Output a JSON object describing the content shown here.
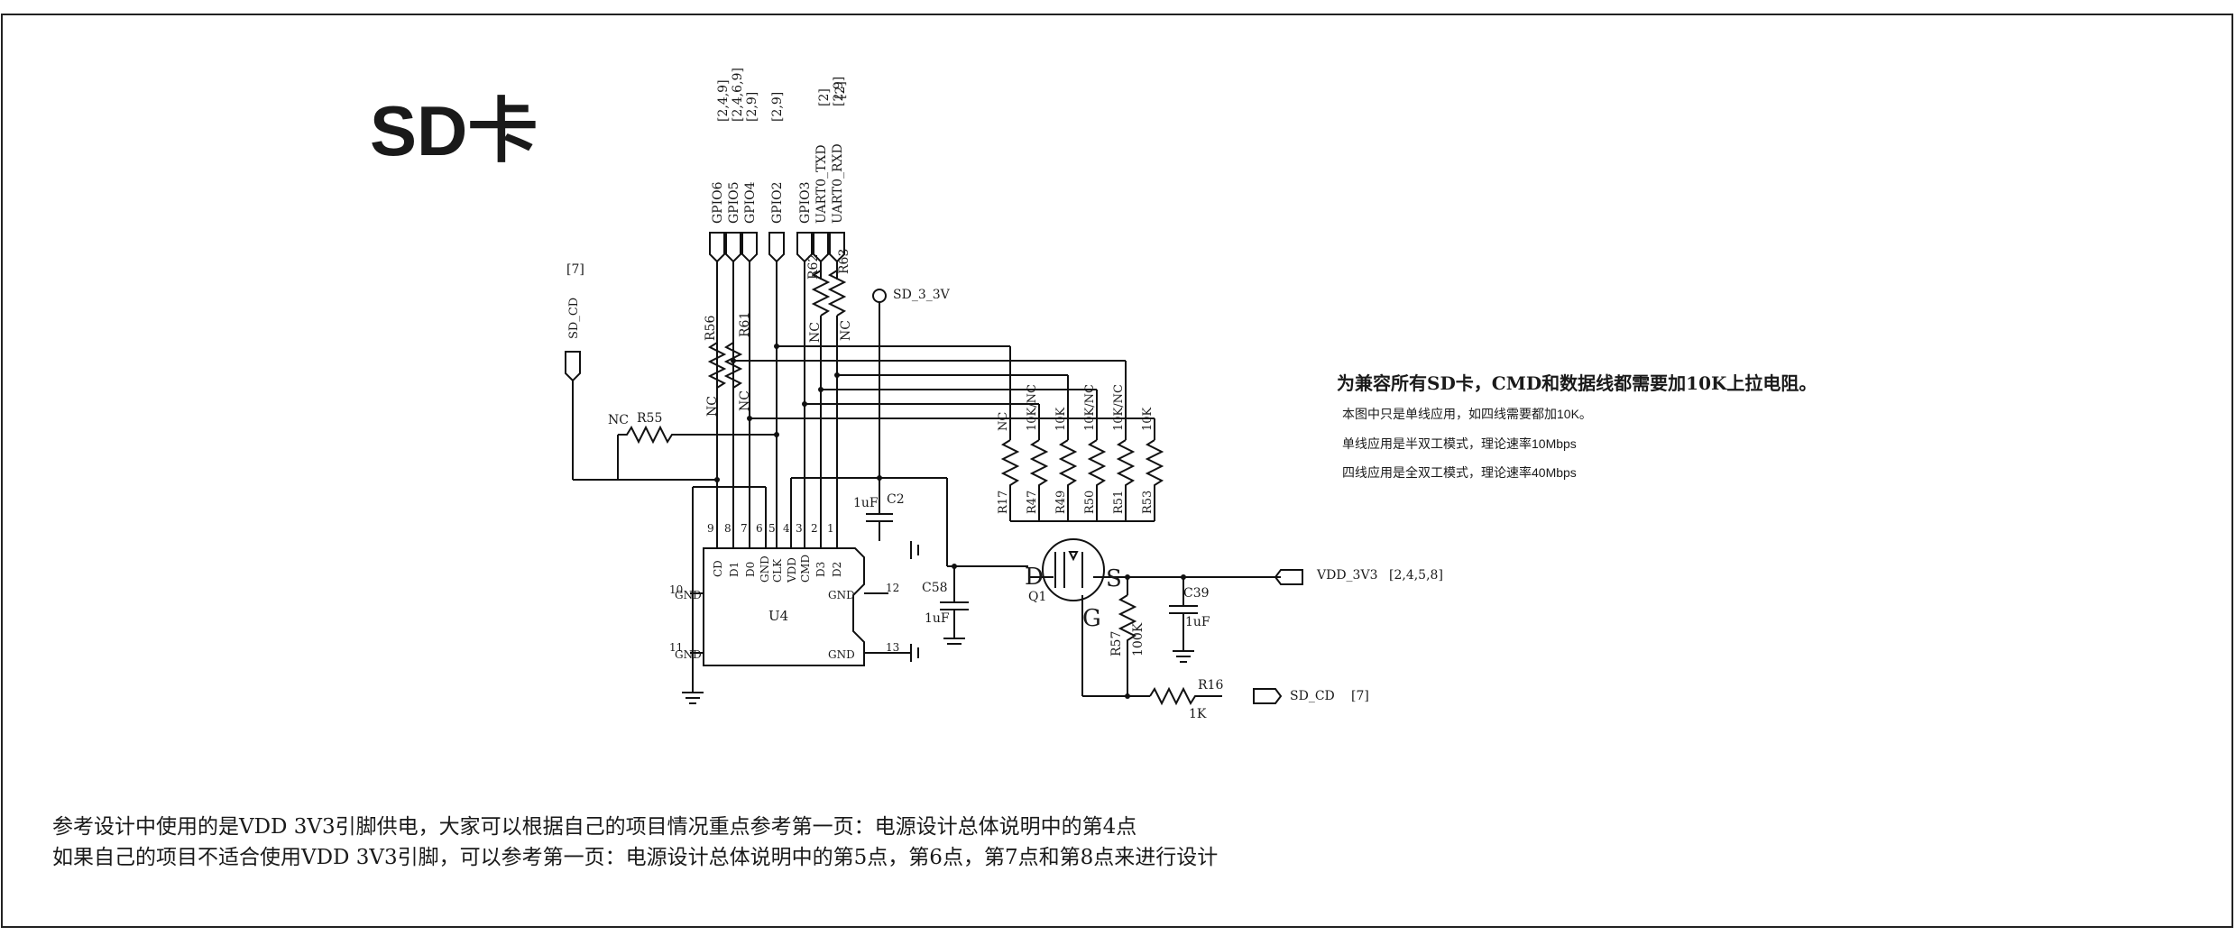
{
  "title": "SD卡",
  "ports": {
    "top": [
      {
        "name": "GPIO6",
        "ref": "[2,4,9]"
      },
      {
        "name": "GPIO5",
        "ref": "[2,4,6,9]"
      },
      {
        "name": "GPIO4",
        "ref": "[2,9]"
      },
      {
        "name": "GPIO2",
        "ref": "[2,9]"
      },
      {
        "name": "GPIO3",
        "ref": "[2,9]"
      },
      {
        "name": "UART0_TXD",
        "ref": "[2]"
      },
      {
        "name": "UART0_RXD",
        "ref": "[2]"
      }
    ],
    "sd_cd_left": {
      "name": "SD_CD",
      "ref": "[7]"
    },
    "power": "SD_3_3V",
    "vdd": {
      "name": "VDD_3V3",
      "ref": "[2,4,5,8]"
    },
    "sd_cd_right": {
      "name": "SD_CD",
      "ref": "[7]"
    }
  },
  "resistors": {
    "r56": {
      "ref": "R56",
      "value": "NC"
    },
    "r61": {
      "ref": "R61",
      "value": "NC"
    },
    "r62": {
      "ref": "R62",
      "value": "NC"
    },
    "r63": {
      "ref": "R63",
      "value": "NC"
    },
    "r55": {
      "ref": "R55",
      "value": "NC"
    },
    "pullups": [
      {
        "ref": "R17",
        "value": "NC"
      },
      {
        "ref": "R47",
        "value": "10K/NC"
      },
      {
        "ref": "R49",
        "value": "10K"
      },
      {
        "ref": "R50",
        "value": "10K/NC"
      },
      {
        "ref": "R51",
        "value": "10K/NC"
      },
      {
        "ref": "R53",
        "value": "10K"
      }
    ],
    "r57": {
      "ref": "R57",
      "value": "100K"
    },
    "r16": {
      "ref": "R16",
      "value": "1K"
    }
  },
  "capacitors": {
    "c2": {
      "ref": "C2",
      "value": "1uF"
    },
    "c58": {
      "ref": "C58",
      "value": "1uF"
    },
    "c39": {
      "ref": "C39",
      "value": "1uF"
    }
  },
  "u4": {
    "ref": "U4",
    "top_pins": [
      {
        "num": "9",
        "name": "CD"
      },
      {
        "num": "8",
        "name": "D1"
      },
      {
        "num": "7",
        "name": "D0"
      },
      {
        "num": "6",
        "name": "GND"
      },
      {
        "num": "5",
        "name": "CLK"
      },
      {
        "num": "4",
        "name": "VDD"
      },
      {
        "num": "3",
        "name": "CMD"
      },
      {
        "num": "2",
        "name": "D3"
      },
      {
        "num": "1",
        "name": "D2"
      }
    ],
    "side_pins": [
      {
        "num": "10",
        "name": "GND"
      },
      {
        "num": "11",
        "name": "GND"
      },
      {
        "num": "12",
        "name": "GND"
      },
      {
        "num": "13",
        "name": "GND"
      }
    ]
  },
  "mosfet": {
    "ref": "Q1",
    "d": "D",
    "s": "S",
    "g": "G"
  },
  "notes": {
    "heading": "为兼容所有SD卡，CMD和数据线都需要加10K上拉电阻。",
    "lines": [
      "本图中只是单线应用，如四线需要都加10K。",
      "单线应用是半双工模式，理论速率10Mbps",
      "四线应用是全双工模式，理论速率40Mbps"
    ]
  },
  "footer": [
    "参考设计中使用的是VDD 3V3引脚供电，大家可以根据自己的项目情况重点参考第一页：电源设计总体说明中的第4点",
    "如果自己的项目不适合使用VDD 3V3引脚，可以参考第一页：电源设计总体说明中的第5点，第6点，第7点和第8点来进行设计"
  ]
}
